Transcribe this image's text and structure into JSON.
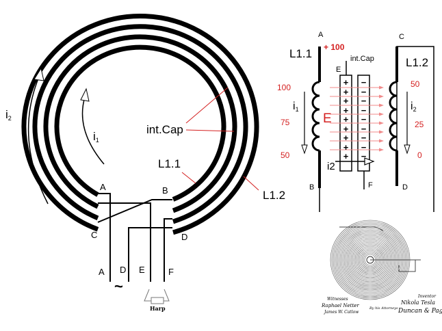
{
  "left": {
    "labels": {
      "i2": "i",
      "i2_sub": "2",
      "i1": "i",
      "i1_sub": "1",
      "int_cap": "int.Cap",
      "l11": "L1.1",
      "l12": "L1.2",
      "a_top": "A",
      "b_top": "B",
      "c": "C",
      "d": "D",
      "a_bot": "A",
      "d_bot": "D",
      "e_bot": "E",
      "f_bot": "F",
      "tilde": "~",
      "load": "Harp"
    }
  },
  "right": {
    "labels": {
      "a": "A",
      "c": "C",
      "b": "B",
      "d": "D",
      "e": "E",
      "f": "F",
      "plus100": "+ 100",
      "l11": "L1.1",
      "l12": "L1.2",
      "int_cap": "int.Cap",
      "v100": "100",
      "v75": "75",
      "v50": "50",
      "r50": "50",
      "r25": "25",
      "r0": "0",
      "i1": "i",
      "i1_sub": "1",
      "i2": "i",
      "i2_sub": "2",
      "E": "E",
      "i2_wire": "i2"
    },
    "plus_signs": [
      "+",
      "+",
      "+",
      "+",
      "+",
      "+",
      "+",
      "+",
      "+"
    ],
    "minus_signs": [
      "−",
      "−",
      "−",
      "−",
      "−",
      "−",
      "−",
      "−",
      "−"
    ]
  },
  "patent": {
    "witnesses": "Witnesses",
    "w1": "Raphael Netter",
    "w2": "James W. Catlow",
    "inventor": "Inventor",
    "name": "Nikola Tesla",
    "by": "By his Attorneys",
    "att": "Duncan & Page"
  },
  "colors": {
    "accent": "#d42020",
    "field": "#f08a8a"
  }
}
